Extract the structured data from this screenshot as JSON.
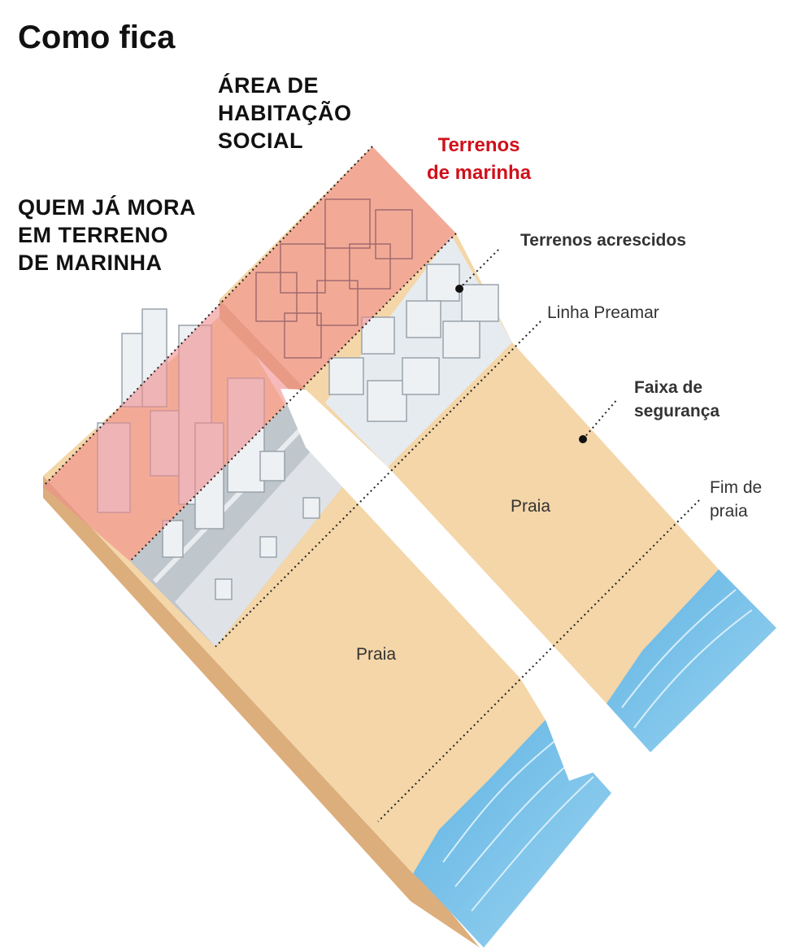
{
  "title": "Como fica",
  "labels": {
    "area_habitacao": [
      "ÁREA DE",
      "HABITAÇÃO",
      "SOCIAL"
    ],
    "terrenos_marinha": [
      "Terrenos",
      "de marinha"
    ],
    "quem_ja_mora": [
      "QUEM JÁ MORA",
      "EM TERRENO",
      "DE MARINHA"
    ],
    "terrenos_acrescidos": "Terrenos acrescidos",
    "linha_preamar": "Linha Preamar",
    "faixa_seguranca": [
      "Faixa de",
      "segurança"
    ],
    "fim_de_praia": [
      "Fim de",
      "praia"
    ],
    "praia_right": "Praia",
    "praia_left": "Praia"
  },
  "colors": {
    "sand": "#f4d6a8",
    "sand_side": "#dcae7c",
    "marinha": "#f08c8c",
    "sea": "#7cc3e8",
    "buildings": "#e6ebef",
    "street": "#bfc6cc",
    "accent_red": "#d0101b"
  }
}
